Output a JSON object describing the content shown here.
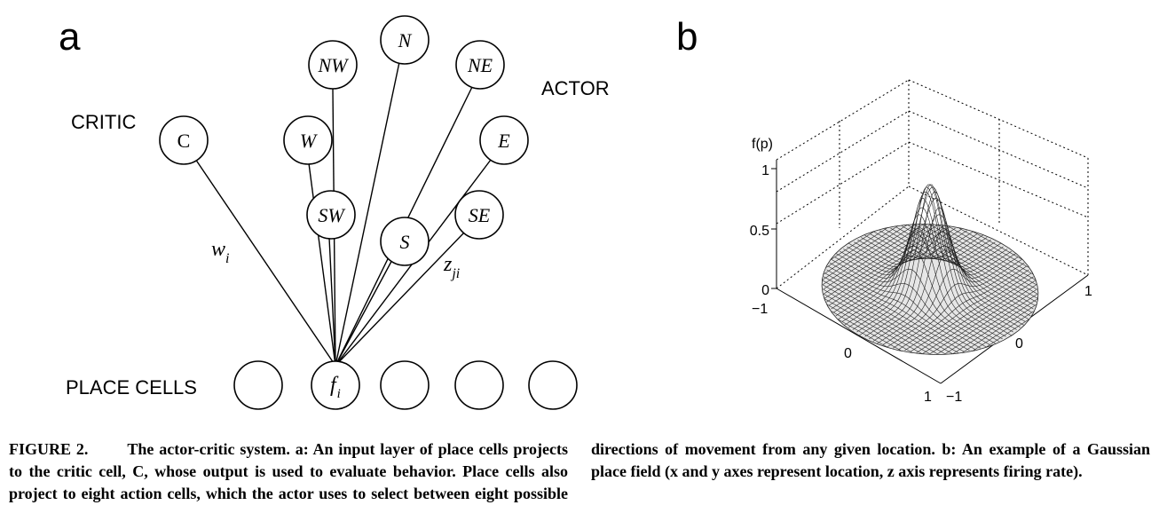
{
  "panel_a": {
    "panel_label": "a",
    "critic_label": "CRITIC",
    "actor_label": "ACTOR",
    "place_cells_label": "PLACE CELLS",
    "weight_critic": "w",
    "weight_critic_sub": "i",
    "weight_actor": "z",
    "weight_actor_sub": "ji",
    "input_cell_main": "f",
    "input_cell_sub": "i",
    "critic_cell": "C",
    "action_cells": [
      "NW",
      "N",
      "NE",
      "W",
      "E",
      "SW",
      "S",
      "SE"
    ]
  },
  "panel_b": {
    "panel_label": "b",
    "z_axis_label": "f(p)",
    "z_ticks": [
      "1",
      "0.5",
      "0"
    ],
    "axis_minus1": "−1",
    "axis_zero": "0",
    "axis_one": "1"
  },
  "caption": {
    "figure_label": "FIGURE 2.",
    "text": "The actor-critic system. a: An input layer of place cells projects to the critic cell, C, whose output is used to evaluate behavior. Place cells also project to eight action cells, which the actor uses to select between eight possible directions of movement from any given location. b: An example of a Gaussian place field (x and y axes represent location, z axis represents firing rate)."
  }
}
